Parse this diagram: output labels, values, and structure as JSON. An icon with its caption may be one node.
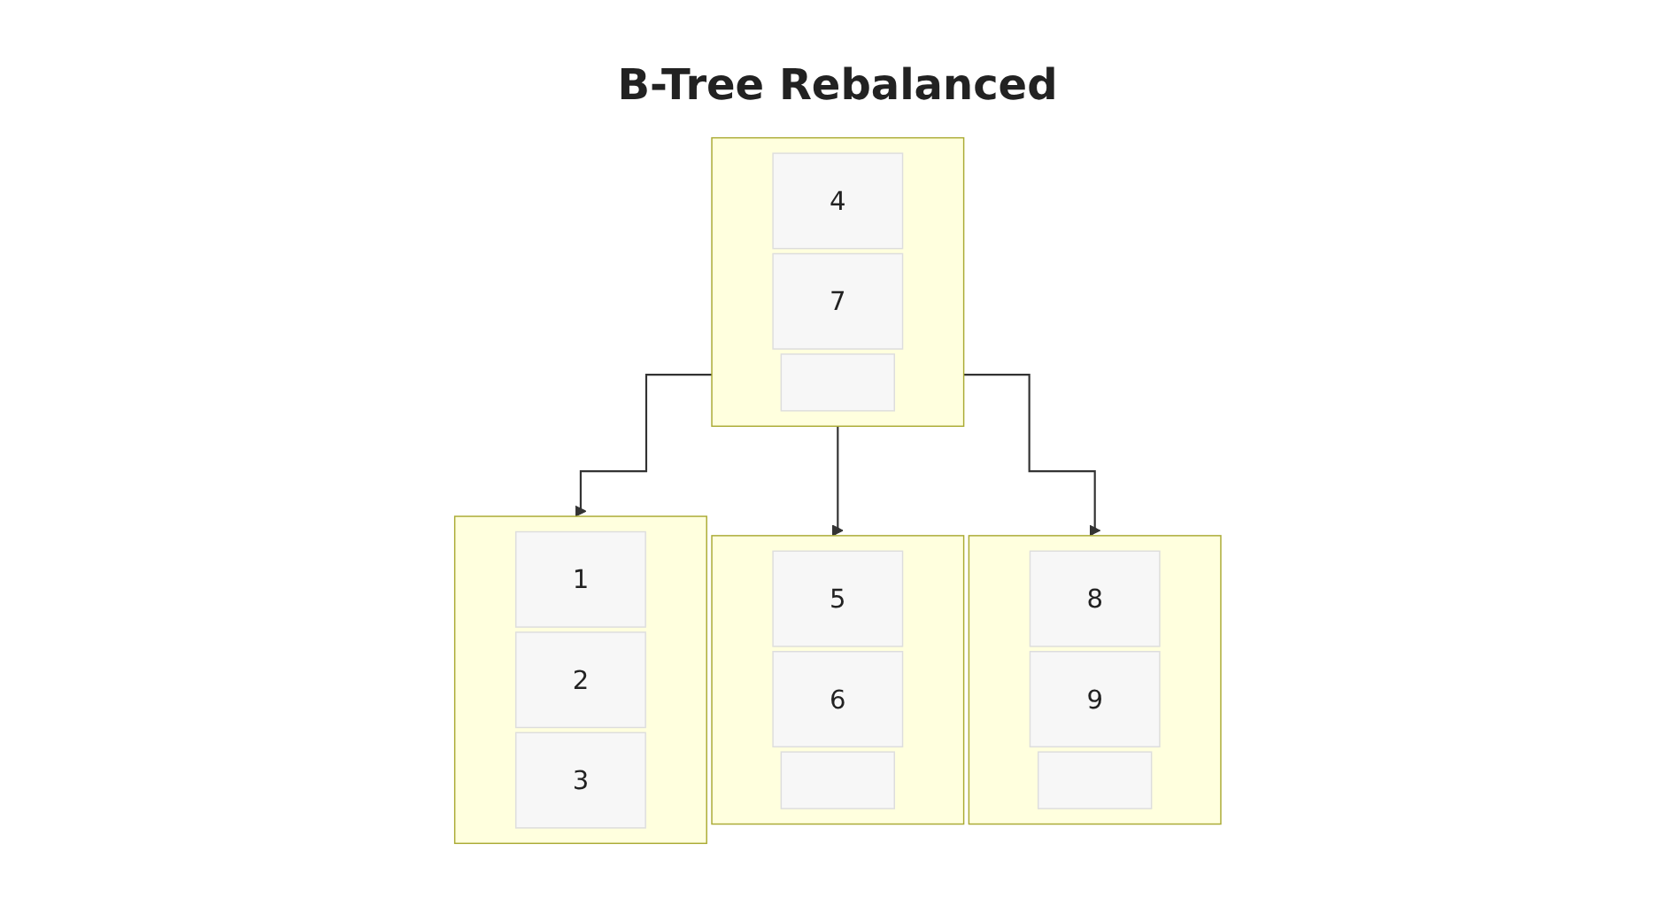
{
  "diagram": {
    "title": "B-Tree Rebalanced",
    "nodes": [
      {
        "text": [],
        "shape": "box"
      },
      {
        "text": [
          "4"
        ],
        "in": 0
      },
      {
        "text": [
          "7"
        ],
        "in": 0
      },
      {
        "text": [],
        "shape": "box",
        "in": 0
      },
      {
        "text": [],
        "shape": "box"
      },
      {
        "text": [
          "1"
        ],
        "in": 4
      },
      {
        "text": [
          "2"
        ],
        "in": 4
      },
      {
        "text": [
          "3"
        ],
        "in": 4
      },
      {
        "text": [],
        "shape": "box"
      },
      {
        "text": [
          "5"
        ],
        "in": 8
      },
      {
        "text": [
          "6"
        ],
        "in": 8
      },
      {
        "text": [],
        "shape": "box",
        "in": 8
      },
      {
        "text": [],
        "shape": "box"
      },
      {
        "text": [
          "8"
        ],
        "in": 12
      },
      {
        "text": [
          "9"
        ],
        "in": 12
      },
      {
        "text": [],
        "shape": "box",
        "in": 12
      }
    ],
    "edges": [
      {
        "from": 0,
        "to": 4,
        "arrow": "to"
      },
      {
        "from": 0,
        "to": 8,
        "arrow": "to"
      },
      {
        "from": 0,
        "to": 12,
        "arrow": "to"
      }
    ]
  }
}
